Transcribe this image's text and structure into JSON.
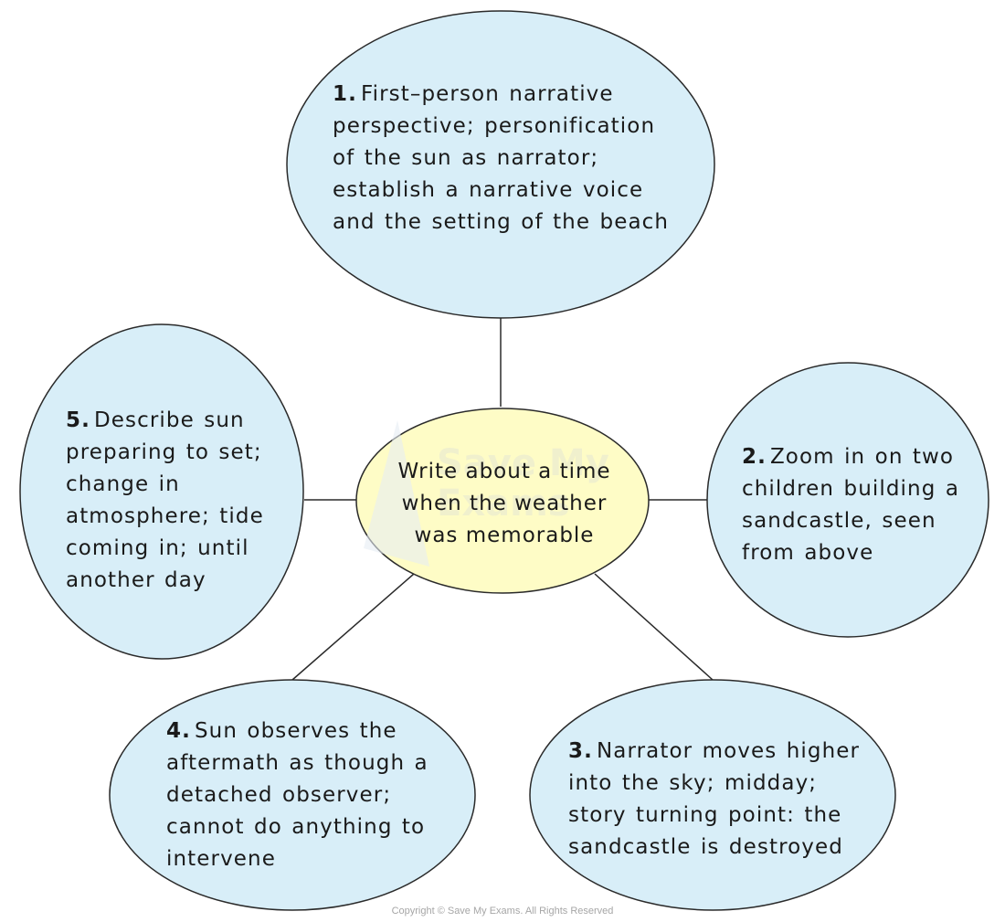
{
  "colors": {
    "outer_node_fill": "#d8eef8",
    "center_node_fill": "#fefcc6",
    "stroke": "#2a2a2a",
    "watermark": "#e6e8d4",
    "copyright_text": "#a6a6a6"
  },
  "center": {
    "lines": [
      "Write about a time",
      "when the weather",
      "was memorable"
    ]
  },
  "watermark": {
    "lines": [
      "Save My",
      "Exams"
    ]
  },
  "nodes": [
    {
      "number": "1.",
      "lines": [
        "First–person narrative",
        "perspective; personification",
        "of the sun as narrator;",
        "establish a narrative voice",
        "and the setting of the beach"
      ]
    },
    {
      "number": "2.",
      "lines": [
        "Zoom in on two",
        "children building a",
        "sandcastle, seen",
        "from above"
      ]
    },
    {
      "number": "3.",
      "lines": [
        "Narrator moves higher",
        "into the sky; midday;",
        "story turning point: the",
        "sandcastle is destroyed"
      ]
    },
    {
      "number": "4.",
      "lines": [
        "Sun observes the",
        "aftermath as though a",
        "detached observer;",
        "cannot do anything to",
        "intervene"
      ]
    },
    {
      "number": "5.",
      "lines": [
        "Describe sun",
        "preparing to set;",
        "change in",
        "atmosphere; tide",
        "coming in; until",
        "another day"
      ]
    }
  ],
  "footer": {
    "copyright": "Copyright © Save My Exams. All Rights Reserved"
  }
}
